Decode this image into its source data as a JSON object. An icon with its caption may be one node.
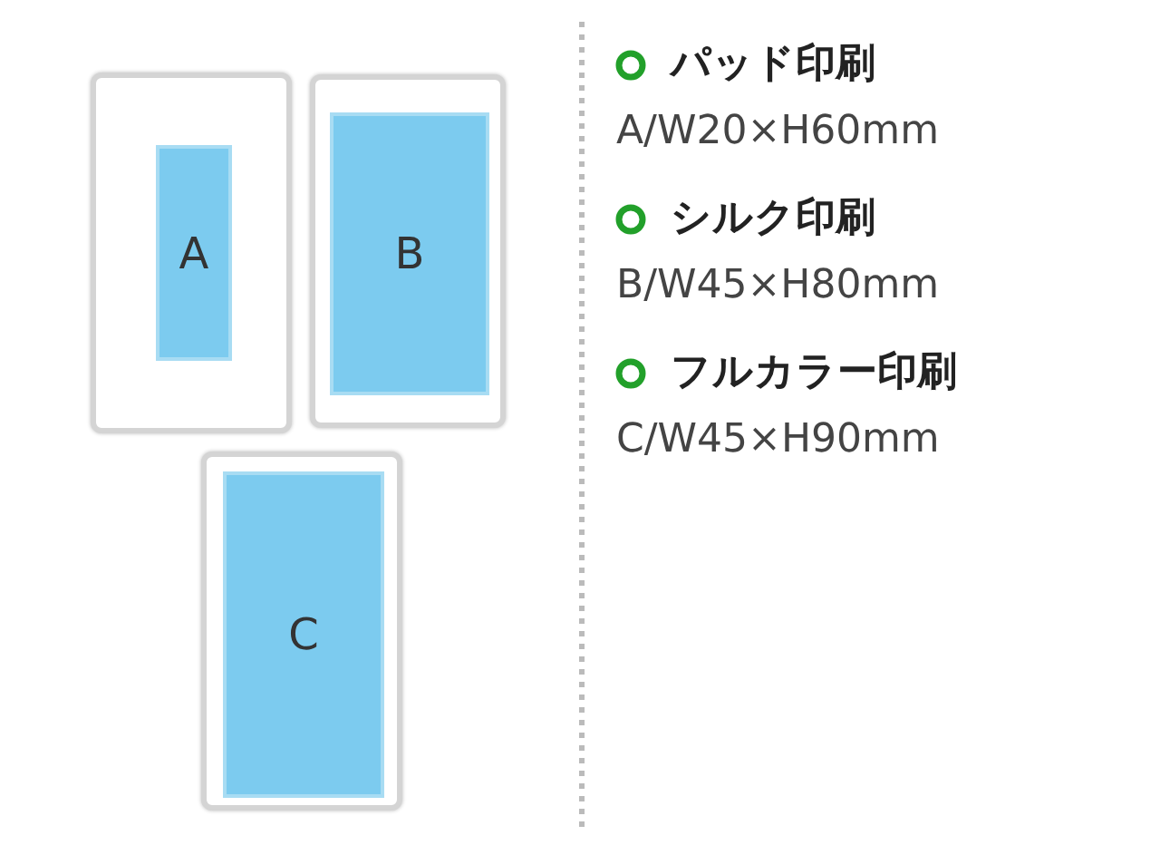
{
  "diagram": {
    "nodes": [
      {
        "text": [],
        "shape": "box"
      },
      {
        "text": [
          "A"
        ],
        "in": 0
      },
      {
        "text": [],
        "shape": "box"
      },
      {
        "text": [
          "B"
        ],
        "in": 2
      },
      {
        "text": [],
        "shape": "box"
      },
      {
        "text": [
          "C"
        ],
        "in": 4
      }
    ],
    "edges": [],
    "labels": [
      "パッド印刷",
      "A/W20×H60mm",
      "シルク印刷",
      "B/W45×H80mm",
      "フルカラー印刷",
      "C/W45×H90mm"
    ]
  }
}
